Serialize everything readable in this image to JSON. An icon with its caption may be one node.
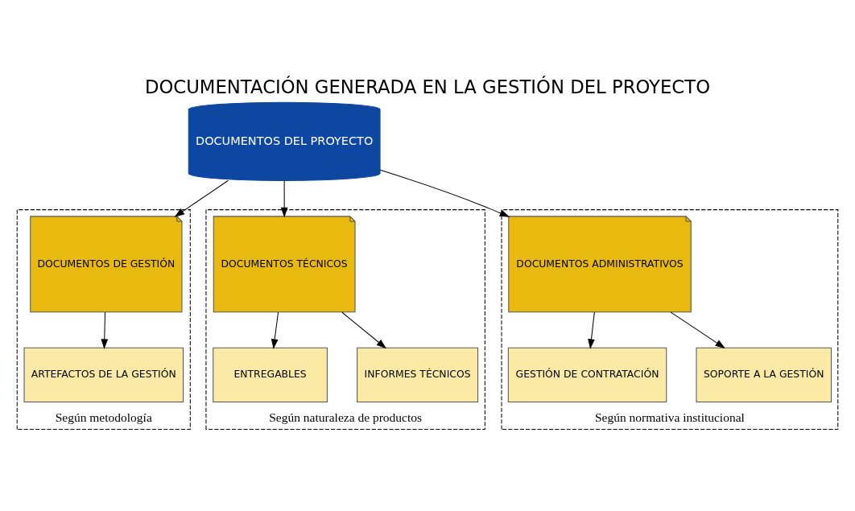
{
  "diagram": {
    "title": "DOCUMENTACIÓN GENERADA EN LA GESTIÓN DEL PROYECTO",
    "nodes": [
      {
        "text": [
          "DOCUMENTOS DEL PROYECTO"
        ]
      },
      {
        "text": [
          "Según metodología"
        ]
      },
      {
        "text": [
          "DOCUMENTOS DE GESTIÓN"
        ],
        "in": 1
      },
      {
        "text": [
          "ARTEFACTOS DE LA GESTIÓN"
        ],
        "in": 1
      },
      {
        "text": [
          "Según naturaleza de productos"
        ]
      },
      {
        "text": [
          "DOCUMENTOS TÉCNICOS"
        ],
        "in": 4
      },
      {
        "text": [
          "ENTREGABLES"
        ],
        "in": 4
      },
      {
        "text": [
          "INFORMES TÉCNICOS"
        ],
        "in": 4
      },
      {
        "text": [
          "Según normativa institucional"
        ]
      },
      {
        "text": [
          "DOCUMENTOS ADMINISTRATIVOS"
        ],
        "in": 8
      },
      {
        "text": [
          "GESTIÓN DE CONTRATACIÓN"
        ],
        "in": 8
      },
      {
        "text": [
          "SOPORTE A LA GESTIÓN"
        ],
        "in": 8
      }
    ],
    "edges": [
      {
        "from": 0,
        "to": 2,
        "arrow": "to"
      },
      {
        "from": 0,
        "to": 5,
        "arrow": "to"
      },
      {
        "from": 0,
        "to": 9,
        "arrow": "to"
      },
      {
        "from": 2,
        "to": 3,
        "arrow": "to"
      },
      {
        "from": 5,
        "to": 6,
        "arrow": "to"
      },
      {
        "from": 5,
        "to": 7,
        "arrow": "to"
      },
      {
        "from": 9,
        "to": 10,
        "arrow": "to"
      },
      {
        "from": 9,
        "to": 11,
        "arrow": "to"
      }
    ]
  }
}
